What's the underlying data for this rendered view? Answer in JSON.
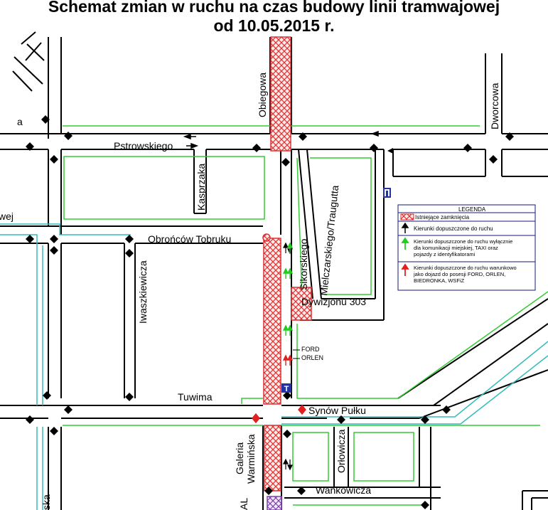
{
  "title": {
    "line1": "Schemat zmian w ruchu na czas budowy linii tramwajowej",
    "line2": "od 10.05.2015 r."
  },
  "streets": {
    "obiegowa": "Obiegowa",
    "dworcowa": "Dworcowa",
    "pstrowskiego": "Pstrowskiego",
    "kasprzaka": "Kasprzaka",
    "obroncow_tobruku": "Obrońców Tobruku",
    "iwaszkiewicza": "Iwaszkiewicza",
    "sikorskiego": "Sikorskiego",
    "mielczarskiego": "Mielczarskiego/Traugutta",
    "dywizjonu": "Dywizjonu 303",
    "tuwima": "Tuwima",
    "synow_pulku": "Synów Pułku",
    "galeria": "Galeria",
    "warminska": "Warmińska",
    "orlowicza": "Orłowicza",
    "wankowicza": "Wańkowicza",
    "cut_a": "a",
    "cut_wej": "wej",
    "cut_ska": "ska",
    "cut_al": "AL"
  },
  "places": {
    "ford": "FORD",
    "orlen": "ORLEN"
  },
  "stop_sign": "T",
  "legend": {
    "title": "LEGENDA",
    "closures": "Istniejące zamknięcia",
    "allowed": "Kierunki dopuszczone do ruchu",
    "public_line1": "Kierunki dopuszczone do ruchu wyłącznie",
    "public_line2": "dla komunikacji miejskiej, TAXI oraz",
    "public_line3": "pojazdy z identyfikatorami",
    "cond_line1": "Kierunki dopuszczone do ruchu warunkowo",
    "cond_line2": "jako dojazd do posesji FORD, ORLEN,",
    "cond_line3": "BIEDRONKA, WSFiZ"
  },
  "colors": {
    "road": "#000000",
    "green_line": "#33cc33",
    "tram_line": "#33bbbb",
    "closure": "#e03030",
    "legend_border": "#1a1a7a",
    "stop": "#2233aa"
  },
  "icons": [
    "up-arrow-icon",
    "green-arrow-icon",
    "red-arrow-icon",
    "closure-hatch-icon",
    "tram-stop-icon",
    "direction-arrow-icon"
  ]
}
